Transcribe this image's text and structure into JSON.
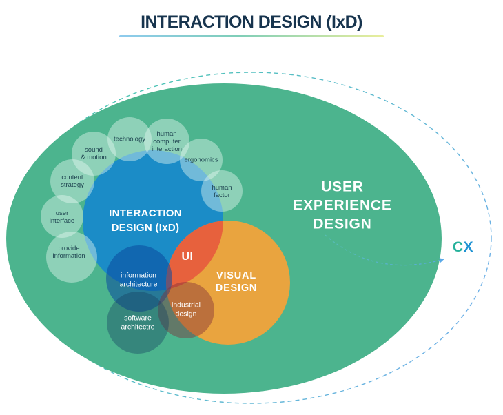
{
  "title": {
    "text": "INTERACTION DESIGN (IxD)"
  },
  "palette": {
    "title_navy": "#17344e",
    "ux_green": "#4cb48e",
    "ixd_blue": "#1b8cc7",
    "visual_orange": "#e9a43f",
    "ui_red": "#e7613d",
    "mint_bubble": "rgba(234,250,244,0.42)",
    "info_arch_blue": "rgba(10,75,158,0.56)",
    "software_slate": "rgba(23,64,98,0.40)",
    "industrial_maroon": "rgba(128,46,56,0.44)",
    "dash_teal": "#4cc4b4",
    "dash_blue": "#6fb0e8",
    "underline_gradient": [
      "#8ecbee",
      "#7fceb8",
      "#e9ee9c"
    ]
  },
  "diagram": {
    "ux_label": "USER\nEXPERIENCE\nDESIGN",
    "cx_c": "C",
    "cx_x": "X",
    "ixd_label": "INTERACTION\nDESIGN (IxD)",
    "ui_label": "UI",
    "visual_label": "VISUAL\nDESIGN",
    "satellites": [
      {
        "label": "technology"
      },
      {
        "label": "human\ncomputer\ninteraction"
      },
      {
        "label": "sound\n& motion"
      },
      {
        "label": "ergonomics"
      },
      {
        "label": "content\nstrategy"
      },
      {
        "label": "human\nfactor"
      },
      {
        "label": "user\ninterface"
      },
      {
        "label": "provide\ninformation"
      }
    ],
    "subs": {
      "information_architecture": "information\narchitecture",
      "industrial_design": "industrial\ndesign",
      "software_architecture": "software\narchitectre"
    }
  }
}
